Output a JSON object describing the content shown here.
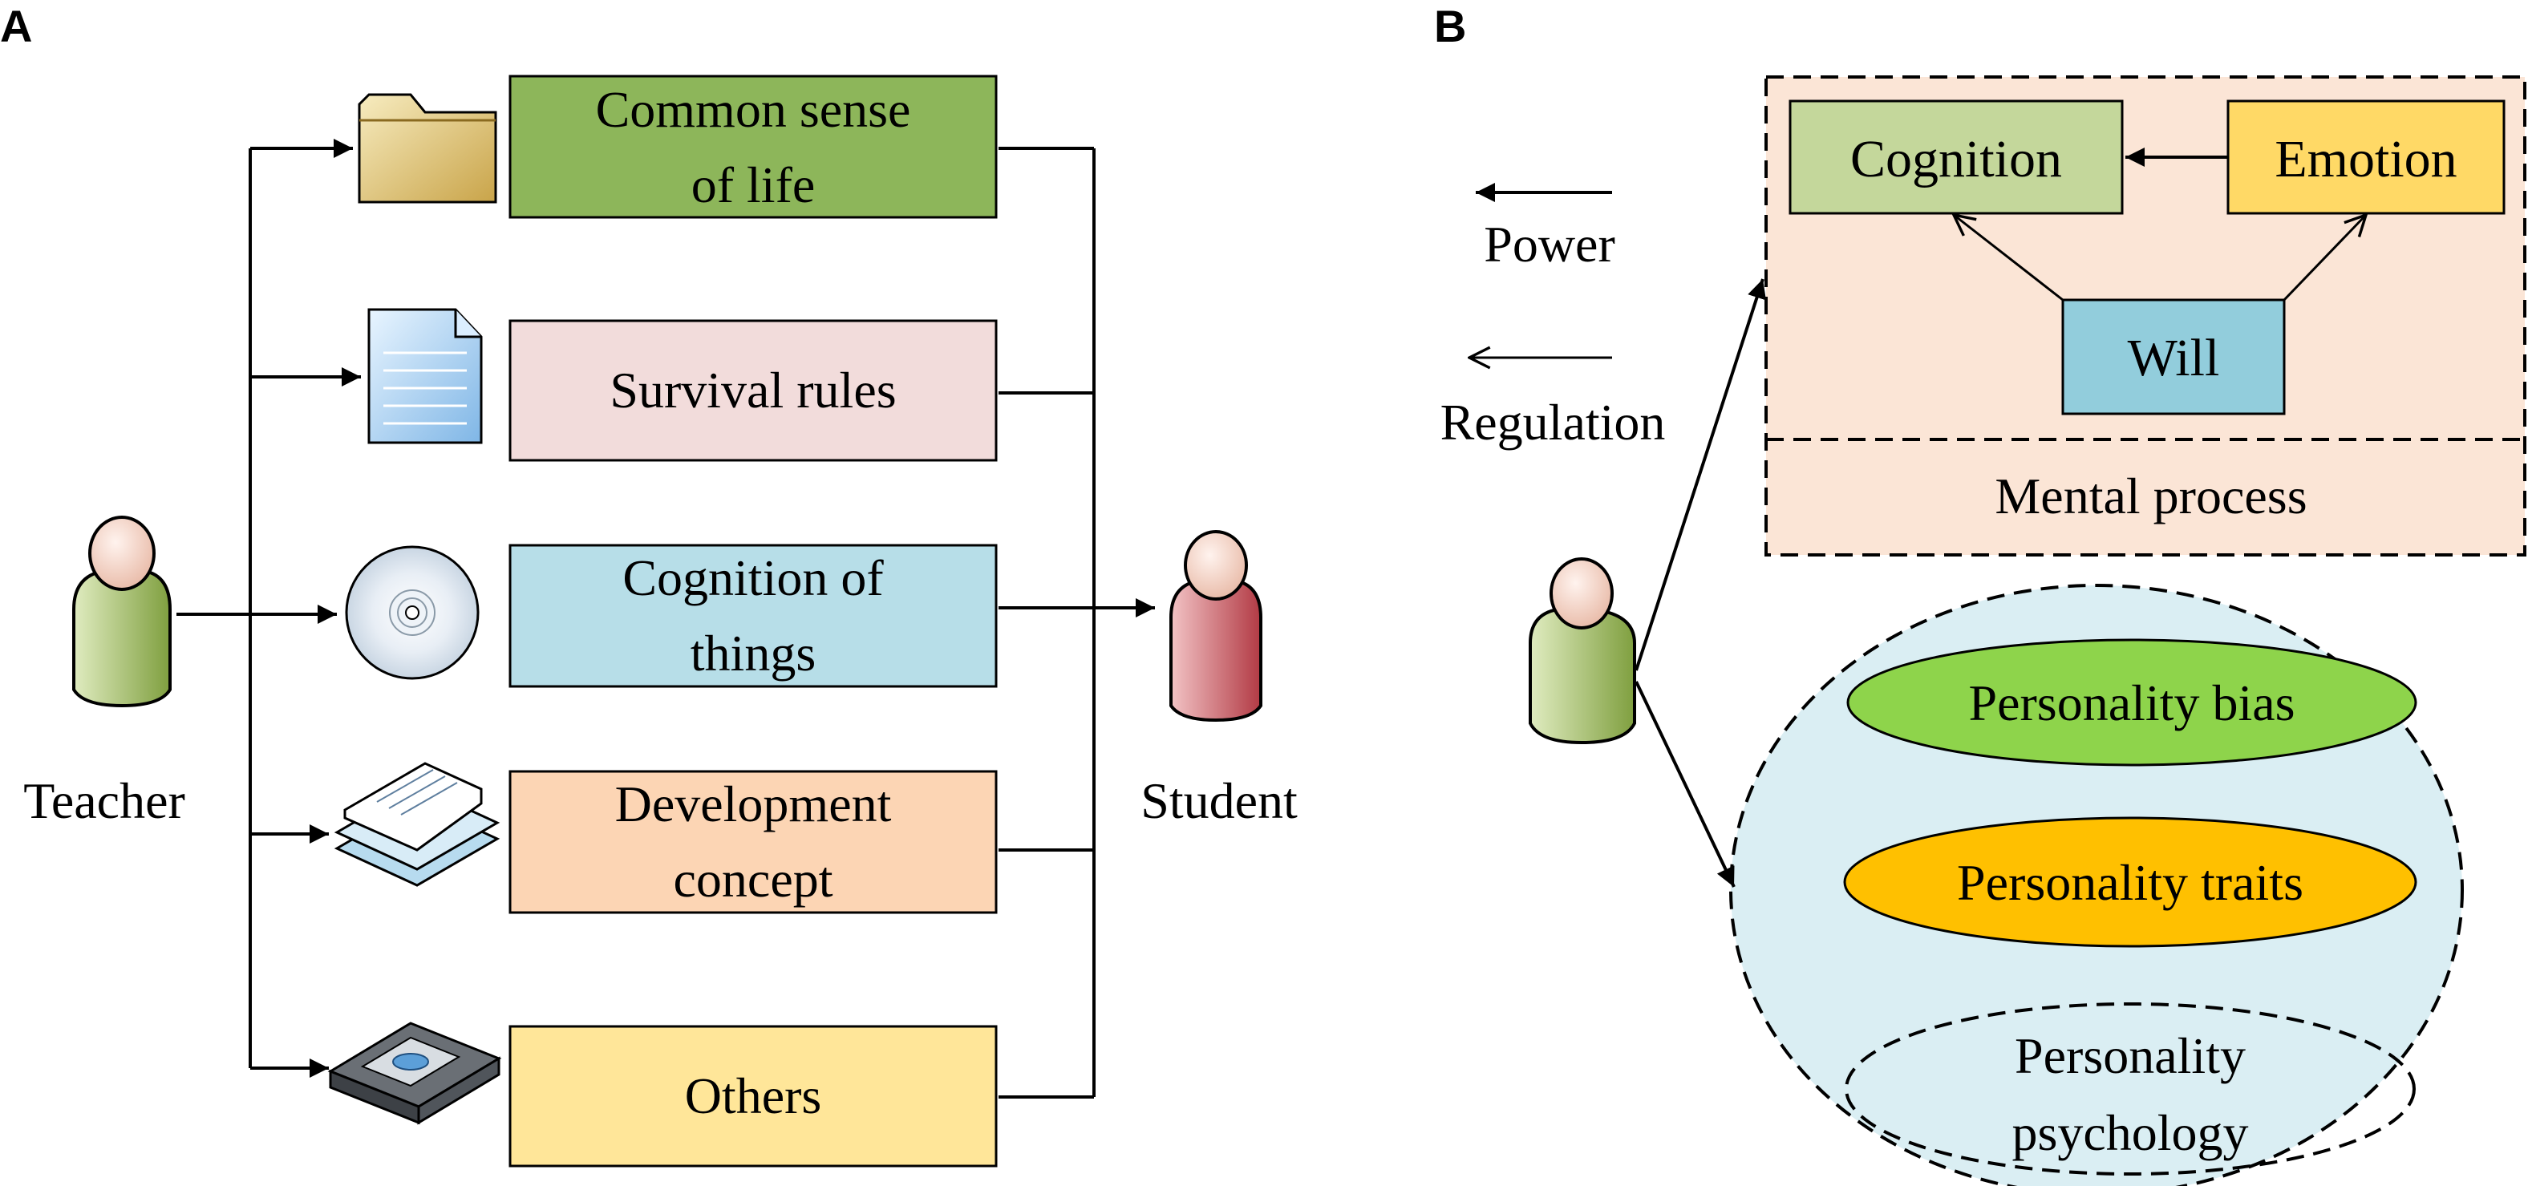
{
  "panel_a": {
    "letter": "A",
    "teacher_label": "Teacher",
    "student_label": "Student",
    "boxes": [
      {
        "line1": "Common sense",
        "line2": "of life",
        "color": "#8db65a",
        "icon": "folder-icon"
      },
      {
        "line1": "Survival rules",
        "line2": "",
        "color": "#f2dcdb",
        "icon": "document-icon"
      },
      {
        "line1": "Cognition of",
        "line2": "things",
        "color": "#b7dee8",
        "icon": "cd-disc-icon"
      },
      {
        "line1": "Development",
        "line2": "concept",
        "color": "#fcd5b4",
        "icon": "stacked-papers-icon"
      },
      {
        "line1": "Others",
        "line2": "",
        "color": "#ffe699",
        "icon": "tape-drive-icon"
      }
    ]
  },
  "panel_b": {
    "letter": "B",
    "legend": {
      "power": "Power",
      "regulation": "Regulation"
    },
    "mental_process": {
      "title": "Mental process",
      "background": "#fbe5d6",
      "cognition": {
        "label": "Cognition",
        "color": "#c4d79b"
      },
      "emotion": {
        "label": "Emotion",
        "color": "#ffd966"
      },
      "will": {
        "label": "Will",
        "color": "#92cddc"
      }
    },
    "personality": {
      "background": "#daeef3",
      "bias": {
        "label": "Personality bias",
        "color": "#8ed44b"
      },
      "traits": {
        "label": "Personality traits",
        "color": "#ffc000"
      },
      "psychology": {
        "line1": "Personality",
        "line2": "psychology"
      }
    }
  },
  "colors": {
    "teacher_body": "#b5cf7a",
    "student_body": "#d9737a",
    "face": "#f6d5c8"
  }
}
